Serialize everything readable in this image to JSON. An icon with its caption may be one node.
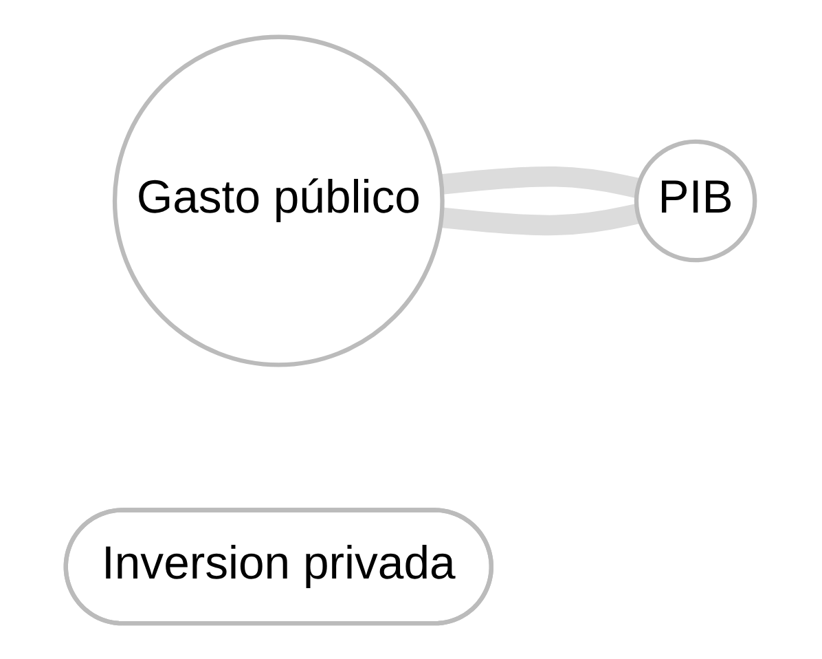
{
  "diagram": {
    "nodes": [
      {
        "text": [
          "Gasto público"
        ]
      },
      {
        "text": [
          "Inversion privada"
        ]
      },
      {
        "text": [
          "PIB"
        ]
      }
    ],
    "edges": [
      {
        "from": 0,
        "to": 2,
        "arrow": "none"
      },
      {
        "from": 2,
        "to": 0,
        "arrow": "none"
      }
    ]
  }
}
